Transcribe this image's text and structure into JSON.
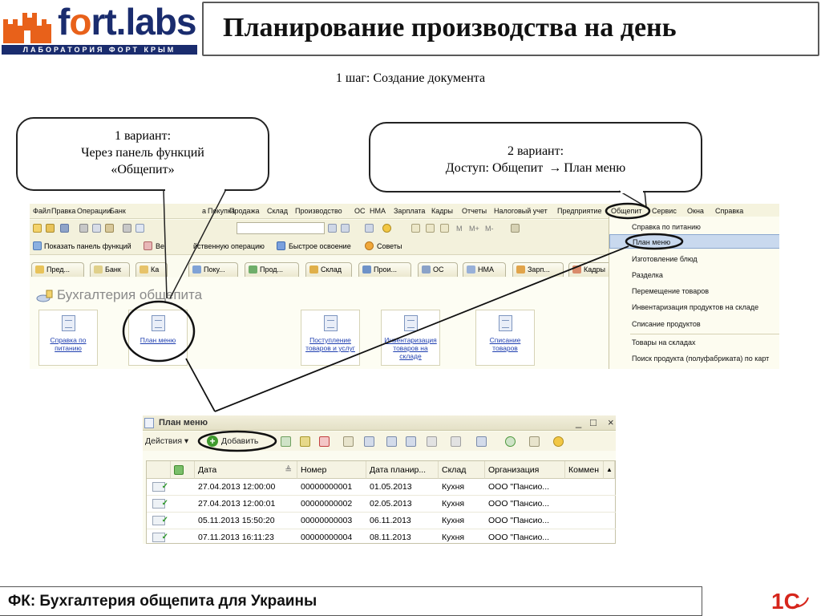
{
  "header": {
    "logo_text_a": "f",
    "logo_text_o": "o",
    "logo_text_b": "rt.labs",
    "logo_tagline": "ЛАБОРАТОРИЯ ФОРТ КРЫМ",
    "title": "Планирование производства на день"
  },
  "subtitle": "1 шаг: Создание документа",
  "callout1": {
    "line1": "1 вариант:",
    "line2": "Через панель функций",
    "line3": "«Общепит»"
  },
  "callout2": {
    "line1": "2 вариант:",
    "line2_a": "Доступ: Общепит",
    "arrow": "→",
    "line2_b": "План меню"
  },
  "app": {
    "menu": [
      "Файл",
      "Правка",
      "Операции",
      "Банк",
      "а",
      "Покупка",
      "Продажа",
      "Склад",
      "Производство",
      "ОС",
      "НМА",
      "Зарплата",
      "Кадры",
      "Отчеты",
      "Налоговый учет",
      "Предприятие",
      "Общепит",
      "Сервис",
      "Окна",
      "Справка"
    ],
    "toolbar2": {
      "show_panel": "Показать панель функций",
      "enter": "Ве",
      "operation": "йственную операцию",
      "quick_start": "Быстрое освоение",
      "tips": "Советы"
    },
    "tabs": [
      "Пред...",
      "Банк",
      "Ка",
      "Поку...",
      "Прод...",
      "Склад",
      "Прои...",
      "ОС",
      "НМА",
      "Зарп...",
      "Кадры"
    ],
    "panel_title": "Бухгалтерия общепита",
    "function_buttons": [
      "Справка по питанию",
      "План меню",
      "Поступление товаров и услуг",
      "Инвентаризация товаров на складе",
      "Списание товаров"
    ]
  },
  "dropdown": {
    "items": [
      "Справка по питанию",
      "План меню",
      "Изготовление блюд",
      "Разделка",
      "Перемещение товаров",
      "Инвентаризация продуктов на складе",
      "Списание продуктов",
      "Товары на складах",
      "Поиск продукта (полуфабриката) по карт"
    ],
    "selected": "План меню"
  },
  "plan_window": {
    "title": "План меню",
    "controls": {
      "minimize": "_",
      "maximize": "□",
      "close": "×"
    },
    "actions_label": "Действия ▾",
    "add_label": "Добавить",
    "columns": [
      "Дата",
      "Номер",
      "Дата планир...",
      "Склад",
      "Организация",
      "Коммен"
    ],
    "rows": [
      [
        "27.04.2013 12:00:00",
        "00000000001",
        "01.05.2013",
        "Кухня",
        "ООО \"Пансио..."
      ],
      [
        "27.04.2013 12:00:01",
        "00000000002",
        "02.05.2013",
        "Кухня",
        "ООО \"Пансио..."
      ],
      [
        "05.11.2013 15:50:20",
        "00000000003",
        "06.11.2013",
        "Кухня",
        "ООО \"Пансио..."
      ],
      [
        "07.11.2013 16:11:23",
        "00000000004",
        "08.11.2013",
        "Кухня",
        "ООО \"Пансио..."
      ]
    ]
  },
  "footer": {
    "text": "ФК: Бухгалтерия общепита для Украины",
    "logo_text": "1С"
  },
  "colors": {
    "logo_blue": "#1a2c6e",
    "logo_orange": "#e8611a",
    "highlight_ring": "#111111",
    "link_blue": "#1f3fb0"
  }
}
